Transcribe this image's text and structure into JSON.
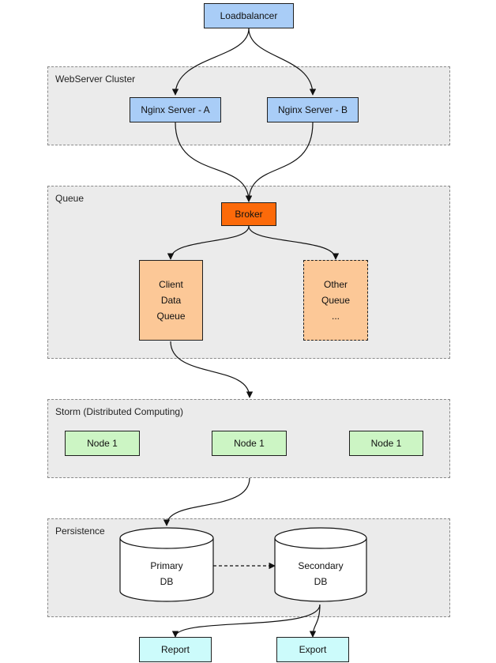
{
  "nodes": {
    "loadbalancer": "Loadbalancer",
    "nginx_a": "Nginx Server - A",
    "nginx_b": "Nginx Server - B",
    "broker": "Broker",
    "client_queue": [
      "Client",
      "Data",
      "Queue"
    ],
    "other_queue": [
      "Other",
      "Queue",
      "..."
    ],
    "storm_nodes": [
      "Node 1",
      "Node 1",
      "Node 1"
    ],
    "primary_db": [
      "Primary",
      "DB"
    ],
    "secondary_db": [
      "Secondary",
      "DB"
    ],
    "report": "Report",
    "export": "Export"
  },
  "groups": {
    "webserver": "WebServer Cluster",
    "queue": "Queue",
    "storm": "Storm (Distributed Computing)",
    "persistence": "Persistence"
  },
  "colors": {
    "panel_bg": "#ebebeb",
    "server": "#a9cdf7",
    "broker": "#fc6a0a",
    "queue": "#fcc897",
    "storm_node": "#ccf5c4",
    "output": "#ccfbfb"
  }
}
